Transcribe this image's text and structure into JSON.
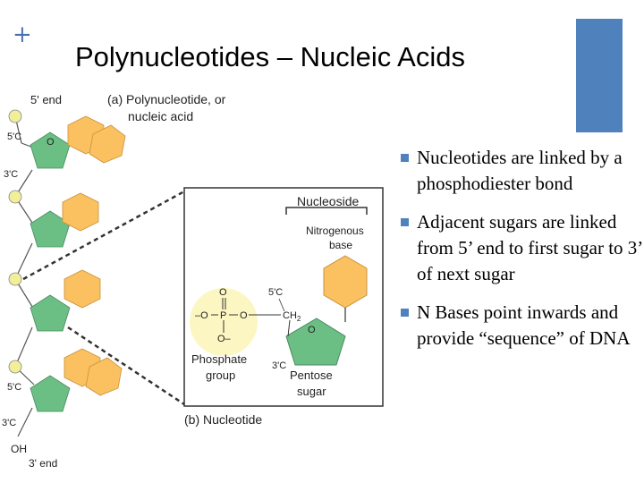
{
  "slide": {
    "corner_mark": "+",
    "title": "Polynucleotides – Nucleic Acids",
    "accent_color": "#4f81bd"
  },
  "diagram": {
    "panel_a": {
      "title_line1": "(a) Polynucleotide, or",
      "title_line2": "nucleic acid",
      "five_prime_end": "5' end",
      "three_prime_end": "3' end",
      "labels": [
        "5'C",
        "3'C",
        "5'C",
        "3'C",
        "O",
        "OH"
      ]
    },
    "panel_b": {
      "caption": "(b) Nucleotide",
      "nucleoside": "Nucleoside",
      "base_line1": "Nitrogenous",
      "base_line2": "base",
      "phosphate_line1": "Phosphate",
      "phosphate_line2": "group",
      "sugar_line1": "Pentose",
      "sugar_line2": "sugar",
      "c5": "5'C",
      "c3": "3'C",
      "ch2": "CH",
      "ch2_sub": "2",
      "phosphate_o_top": "O",
      "phosphate_o_left": "–O",
      "phosphate_p": "P",
      "phosphate_o_right": "O",
      "phosphate_o_bottom": "O–",
      "ring_o": "O"
    },
    "colors": {
      "phosphate": "#f2ef9a",
      "sugar": "#6cbf84",
      "base": "#fbc160",
      "phosphate_circle": "#fcf6c2"
    }
  },
  "bullets": [
    {
      "text": "Nucleotides are linked by a phosphodiester bond"
    },
    {
      "text": "Adjacent sugars are linked from 5’ end to first sugar to 3’ of next sugar"
    },
    {
      "text": "N Bases point inwards and provide “sequence” of DNA"
    }
  ]
}
